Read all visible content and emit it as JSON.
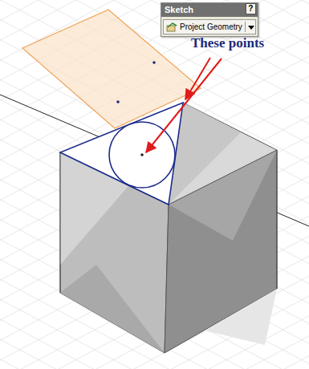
{
  "diagram": {
    "nodes": [
      {
        "text": [
          "Sketch"
        ]
      },
      {
        "text": [
          "Project Geometry"
        ],
        "in": 0
      }
    ],
    "labels": [
      "These points",
      "?"
    ]
  }
}
